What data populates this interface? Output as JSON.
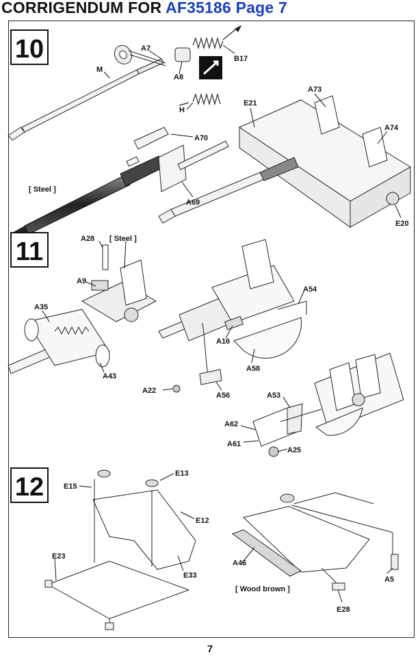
{
  "header": {
    "title_prefix": "CORRIGENDUM FOR ",
    "title_highlight": "AF35186 Page 7",
    "highlight_color": "#1a3fbf"
  },
  "steps": [
    {
      "number": "10",
      "labels": {
        "A7": "A7",
        "M": "M",
        "A8": "A8",
        "B17": "B17",
        "H": "H",
        "A70": "A70",
        "A69": "A69",
        "steel": "[ Steel ]",
        "A73": "A73",
        "E21": "E21",
        "A74": "A74",
        "E20": "E20"
      }
    },
    {
      "number": "11",
      "labels": {
        "A28": "A28",
        "steel": "[ Steel ]",
        "A9": "A9",
        "A35": "A35",
        "A43": "A43",
        "A54": "A54",
        "A16": "A16",
        "A58": "A58",
        "A22": "A22",
        "A56": "A56",
        "A53": "A53",
        "A62": "A62",
        "A61": "A61",
        "A25": "A25"
      }
    },
    {
      "number": "12",
      "labels": {
        "E15": "E15",
        "E13": "E13",
        "E12": "E12",
        "E23": "E23",
        "E33": "E33",
        "A46": "A46",
        "wood_brown": "[ Wood brown ]",
        "A5": "A5",
        "E28": "E28"
      }
    }
  ],
  "footer": {
    "page_number": "7"
  }
}
